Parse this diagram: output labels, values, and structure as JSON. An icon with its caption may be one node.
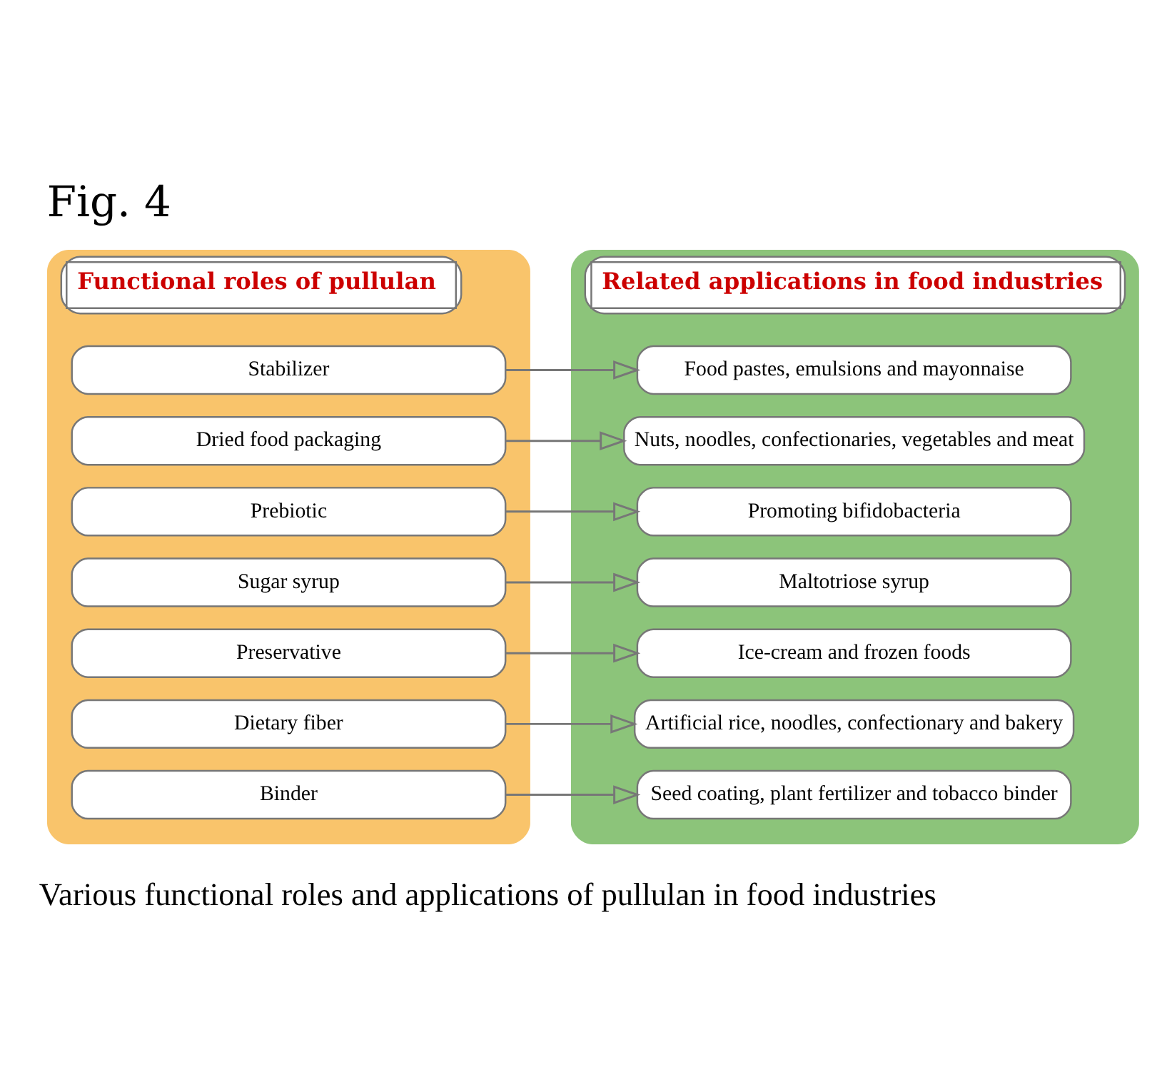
{
  "diagram": {
    "title": "Fig. 4",
    "caption": "Various functional roles and applications of pullulan in food industries",
    "nodes": [
      {
        "text": [
          "Functional roles of pullulan"
        ]
      },
      {
        "text": [
          "Stabilizer"
        ],
        "in": 0
      },
      {
        "text": [
          "Dried food packaging"
        ],
        "in": 0
      },
      {
        "text": [
          "Prebiotic"
        ],
        "in": 0
      },
      {
        "text": [
          "Sugar syrup"
        ],
        "in": 0
      },
      {
        "text": [
          "Preservative"
        ],
        "in": 0
      },
      {
        "text": [
          "Dietary fiber"
        ],
        "in": 0
      },
      {
        "text": [
          "Binder"
        ],
        "in": 0
      },
      {
        "text": [
          "Related applications in food industries"
        ]
      },
      {
        "text": [
          "Food pastes, emulsions and mayonnaise"
        ],
        "in": 8
      },
      {
        "text": [
          "Nuts, noodles, confectionaries, vegetables and meat"
        ],
        "in": 8
      },
      {
        "text": [
          "Promoting bifidobacteria"
        ],
        "in": 8
      },
      {
        "text": [
          "Maltotriose syrup"
        ],
        "in": 8
      },
      {
        "text": [
          "Ice-cream and frozen foods"
        ],
        "in": 8
      },
      {
        "text": [
          "Artificial rice, noodles, confectionary and bakery"
        ],
        "in": 8
      },
      {
        "text": [
          "Seed coating, plant fertilizer and tobacco binder"
        ],
        "in": 8
      }
    ],
    "edges": [
      {
        "from": 1,
        "to": 9,
        "arrow": "to"
      },
      {
        "from": 2,
        "to": 10,
        "arrow": "to"
      },
      {
        "from": 3,
        "to": 11,
        "arrow": "to"
      },
      {
        "from": 4,
        "to": 12,
        "arrow": "to"
      },
      {
        "from": 5,
        "to": 13,
        "arrow": "to"
      },
      {
        "from": 6,
        "to": 14,
        "arrow": "to"
      },
      {
        "from": 7,
        "to": 15,
        "arrow": "to"
      }
    ]
  }
}
